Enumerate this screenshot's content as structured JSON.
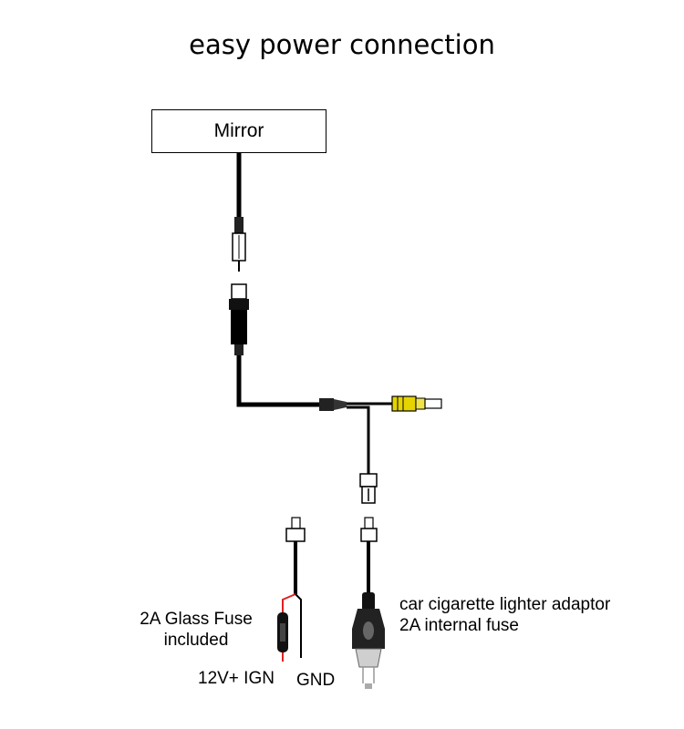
{
  "title": "easy power connection",
  "mirror": {
    "label": "Mirror"
  },
  "fuse": {
    "line1": "2A Glass Fuse",
    "line2": "included"
  },
  "wires": {
    "ign": "12V+ IGN",
    "gnd": "GND"
  },
  "adaptor": {
    "line1": "car cigarette lighter adaptor",
    "line2": "2A internal fuse"
  },
  "colors": {
    "cable": "#000000",
    "rca": "#e6d400",
    "ign_wire": "#e02020",
    "connector": "#ffffff"
  }
}
